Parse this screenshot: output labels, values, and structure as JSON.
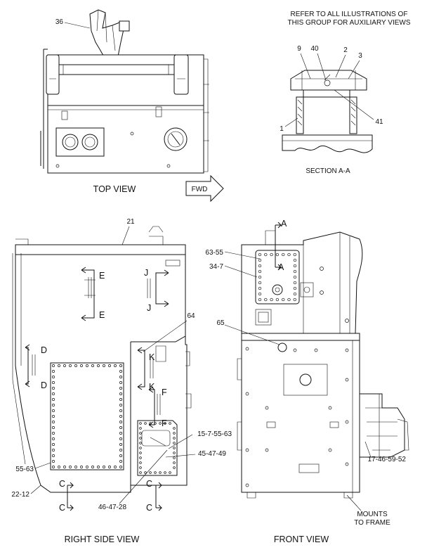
{
  "header": {
    "note_line1": "REFER TO ALL ILLUSTRATIONS OF",
    "note_line2": "THIS GROUP FOR AUXILIARY VIEWS"
  },
  "views": {
    "top": "TOP VIEW",
    "section": "SECTION A-A",
    "right": "RIGHT SIDE VIEW",
    "front": "FRONT VIEW",
    "fwd": "FWD",
    "mounts_line1": "MOUNTS",
    "mounts_line2": "TO FRAME"
  },
  "callouts": {
    "c36": "36",
    "c9": "9",
    "c40": "40",
    "c2": "2",
    "c3": "3",
    "c41": "41",
    "c1": "1",
    "c21": "21",
    "c64": "64",
    "c65": "65",
    "c63_55": "63-55",
    "c34_7": "34-7",
    "c15_7_55_63": "15-7-55-63",
    "c45_47_49": "45-47-49",
    "c46_47_28": "46-47-28",
    "c55_63": "55-63",
    "c22_12": "22-12",
    "c17_46_59_52": "17-46-59-52"
  },
  "section_marks": {
    "A": "A",
    "C": "C",
    "D": "D",
    "E": "E",
    "F": "F",
    "J": "J",
    "K": "K"
  }
}
